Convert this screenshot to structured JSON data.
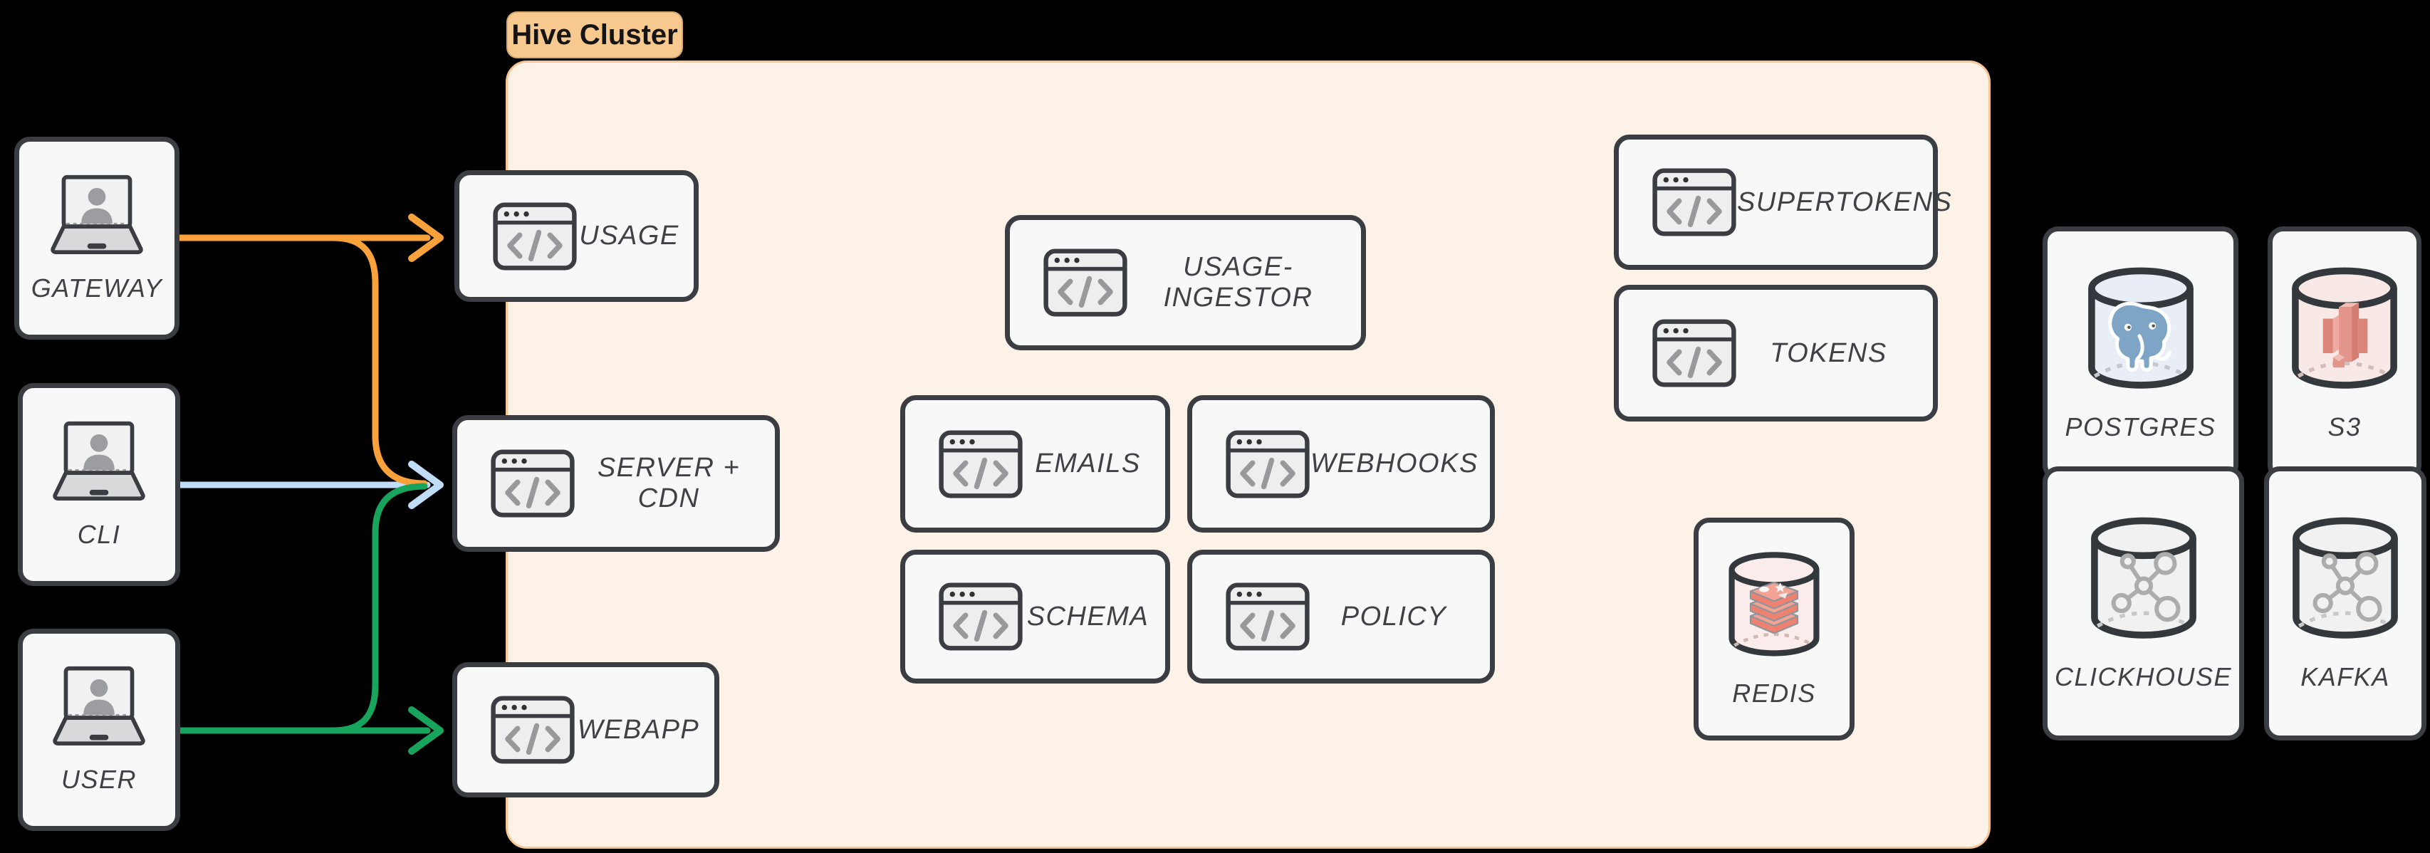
{
  "diagram": {
    "cluster_label": "Hive Cluster",
    "actors": {
      "gateway": "GATEWAY",
      "cli": "CLI",
      "user": "USER"
    },
    "services": {
      "usage": "USAGE",
      "server_cdn": "SERVER + CDN",
      "webapp": "WEBAPP",
      "usage_ingestor": "USAGE-INGESTOR",
      "emails": "EMAILS",
      "webhooks": "WEBHOOKS",
      "schema": "SCHEMA",
      "policy": "POLICY",
      "supertokens": "SUPERTOKENS",
      "tokens": "TOKENS",
      "redis": "REDIS"
    },
    "external": {
      "postgres": "POSTGRES",
      "s3": "S3",
      "clickhouse": "CLICKHOUSE",
      "kafka": "KAFKA"
    },
    "edges": [
      {
        "from": "GATEWAY",
        "to": "USAGE",
        "color": "#F9A23B"
      },
      {
        "from": "GATEWAY",
        "to": "SERVER + CDN",
        "color": "#F9A23B"
      },
      {
        "from": "CLI",
        "to": "SERVER + CDN",
        "color": "#BFDDF6"
      },
      {
        "from": "USER",
        "to": "WEBAPP",
        "color": "#18A45D"
      },
      {
        "from": "USER",
        "to": "SERVER + CDN",
        "color": "#18A45D"
      }
    ],
    "icons": {
      "actors": "laptop-user-icon",
      "services": "code-window-icon",
      "redis": "redis-database-icon",
      "postgres": "postgres-database-icon",
      "s3": "s3-database-icon",
      "clickhouse": "database-network-icon",
      "kafka": "database-network-icon"
    },
    "colors": {
      "background": "#000000",
      "cluster_fill": "#FDF2E8",
      "cluster_border": "#F6C795",
      "badge_fill": "#F8C98F",
      "node_fill": "#F7F8F8",
      "node_border": "#3A3E42",
      "label_text": "#3E4245",
      "arrow_orange": "#F9A23B",
      "arrow_blue": "#BFDDF6",
      "arrow_green": "#18A45D"
    }
  }
}
